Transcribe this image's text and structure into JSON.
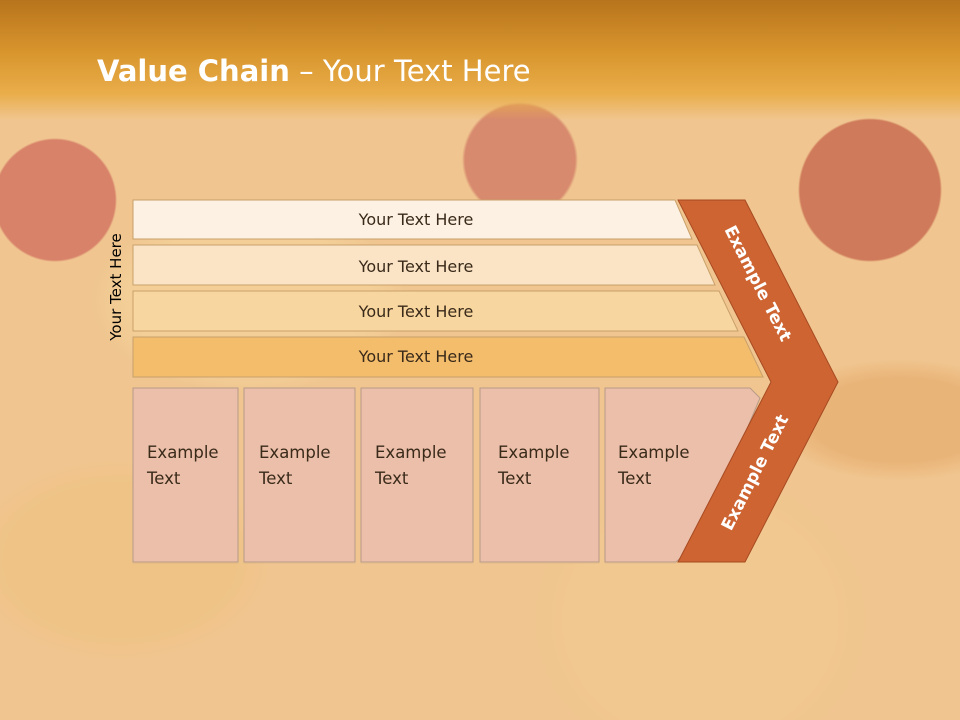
{
  "title": {
    "bold": "Value Chain",
    "separator": " – ",
    "rest": "Your Text Here"
  },
  "side_label": "Your Text Here",
  "rows": [
    {
      "label": "Your Text Here",
      "color": "#fdf1e3"
    },
    {
      "label": "Your Text Here",
      "color": "#fbe4c5"
    },
    {
      "label": "Your Text Here",
      "color": "#f8d69f"
    },
    {
      "label": "Your Text Here",
      "color": "#f4bd6c"
    }
  ],
  "boxes": [
    {
      "line1": "Example",
      "line2": "Text"
    },
    {
      "line1": "Example",
      "line2": "Text"
    },
    {
      "line1": "Example",
      "line2": "Text"
    },
    {
      "line1": "Example",
      "line2": "Text"
    },
    {
      "line1": "Example",
      "line2": "Text"
    }
  ],
  "chevron": {
    "upper": "Example Text",
    "lower": "Example Text",
    "color": "#cd6432"
  },
  "box_color": "#ebbfa9"
}
